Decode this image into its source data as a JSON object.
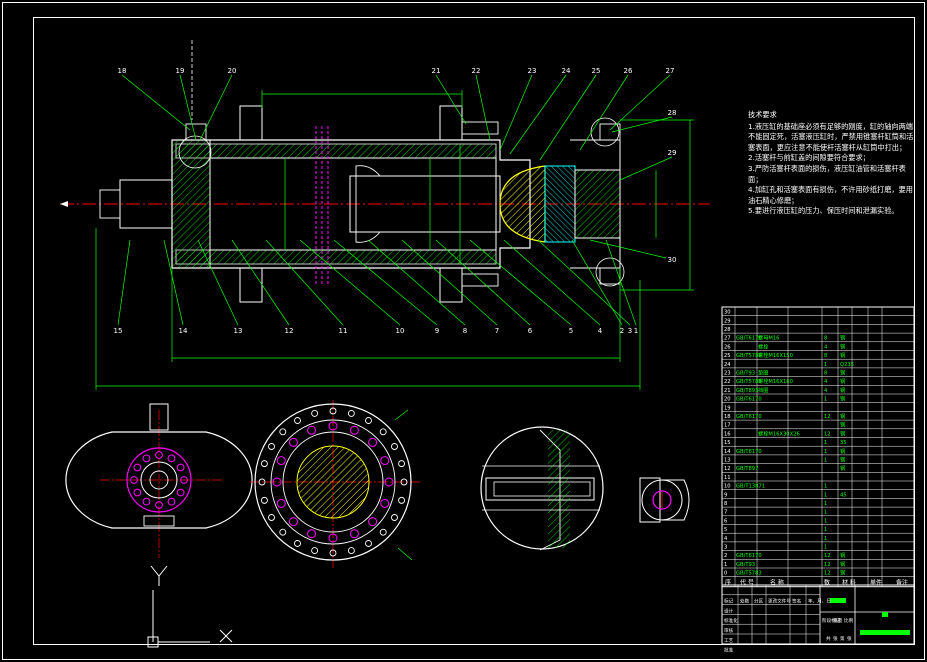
{
  "tech_notes": {
    "title": "技术要求",
    "items": [
      "1.液压缸的基础座必须有足够的刚度，缸的轴向两端不能固定死，活塞液压缸时，严禁用锥塞杆缸筒和活塞表面，更应注意不能使杆活塞杆从缸筒中打出；",
      "2.活塞杆与前缸盖的间隙要符合要求；",
      "3.严防活塞杆表面的损伤，液压缸油管和活塞杆表面；",
      "4.加缸孔和活塞表面有损伤，不许用砂纸打磨，要用油石精心修磨；",
      "5.要进行液压缸的压力、保压时间和泄漏实验。"
    ]
  },
  "balloons_top": [
    "18",
    "19",
    "20",
    "21",
    "22",
    "23",
    "24",
    "25",
    "26",
    "27",
    "28",
    "29"
  ],
  "balloons_bottom": [
    "15",
    "14",
    "13",
    "12",
    "11",
    "10",
    "9",
    "8",
    "7",
    "6",
    "5",
    "4",
    "3",
    "2",
    "1"
  ],
  "balloon_right_lower": "30",
  "bom_rows": [
    {
      "no": "30",
      "code": "",
      "name": "",
      "qty": "",
      "mat": ""
    },
    {
      "no": "29",
      "code": "",
      "name": "",
      "qty": "",
      "mat": ""
    },
    {
      "no": "28",
      "code": "",
      "name": "",
      "qty": "",
      "mat": ""
    },
    {
      "no": "27",
      "code": "GB/T6170",
      "name": "螺母M16",
      "qty": "8",
      "mat": "钢"
    },
    {
      "no": "26",
      "code": "",
      "name": "螺栓",
      "qty": "4",
      "mat": "钢"
    },
    {
      "no": "25",
      "code": "GB/T5782",
      "name": "螺栓M16X150",
      "qty": "8",
      "mat": "钢"
    },
    {
      "no": "24",
      "code": "",
      "name": "",
      "qty": "1",
      "mat": "Q235"
    },
    {
      "no": "23",
      "code": "GB/T93",
      "name": "垫圈",
      "qty": "8",
      "mat": "钢"
    },
    {
      "no": "22",
      "code": "GB/T5783",
      "name": "螺栓M16X160",
      "qty": "4",
      "mat": "钢"
    },
    {
      "no": "21",
      "code": "GB/T893",
      "name": "挡圈",
      "qty": "4",
      "mat": "钢"
    },
    {
      "no": "20",
      "code": "GB/T6170",
      "name": "",
      "qty": "1",
      "mat": "钢"
    },
    {
      "no": "19",
      "code": "",
      "name": "",
      "qty": "",
      "mat": ""
    },
    {
      "no": "18",
      "code": "GB/T6170",
      "name": "",
      "qty": "12",
      "mat": "钢"
    },
    {
      "no": "17",
      "code": "",
      "name": "",
      "qty": "",
      "mat": "钢"
    },
    {
      "no": "16",
      "code": "",
      "name": "螺栓M16X30X26",
      "qty": "12",
      "mat": "钢"
    },
    {
      "no": "15",
      "code": "",
      "name": "",
      "qty": "1",
      "mat": "35"
    },
    {
      "no": "14",
      "code": "GB/T6170",
      "name": "",
      "qty": "1",
      "mat": "钢"
    },
    {
      "no": "13",
      "code": "",
      "name": "",
      "qty": "1",
      "mat": "钢"
    },
    {
      "no": "12",
      "code": "GB/T897",
      "name": "",
      "qty": "",
      "mat": "钢"
    },
    {
      "no": "11",
      "code": "",
      "name": "",
      "qty": "",
      "mat": ""
    },
    {
      "no": "10",
      "code": "GB/T13871",
      "name": "",
      "qty": "1",
      "mat": ""
    },
    {
      "no": "9",
      "code": "",
      "name": "",
      "qty": "1",
      "mat": "45"
    },
    {
      "no": "8",
      "code": "",
      "name": "",
      "qty": "1",
      "mat": ""
    },
    {
      "no": "7",
      "code": "",
      "name": "",
      "qty": "1",
      "mat": ""
    },
    {
      "no": "6",
      "code": "",
      "name": "",
      "qty": "1",
      "mat": ""
    },
    {
      "no": "5",
      "code": "",
      "name": "",
      "qty": "1",
      "mat": ""
    },
    {
      "no": "4",
      "code": "",
      "name": "",
      "qty": "1",
      "mat": ""
    },
    {
      "no": "3",
      "code": "",
      "name": "",
      "qty": "1",
      "mat": ""
    },
    {
      "no": "2",
      "code": "GB/T6170",
      "name": "",
      "qty": "12",
      "mat": "钢"
    },
    {
      "no": "1",
      "code": "GB/T93",
      "name": "",
      "qty": "12",
      "mat": "钢"
    },
    {
      "no": "0",
      "code": "GB/T5783",
      "name": "",
      "qty": "12",
      "mat": "钢"
    }
  ],
  "bom_header": {
    "no": "序",
    "code": "代 号",
    "name": "名 称",
    "qty": "数",
    "mat": "材 料",
    "wt": "单件",
    "note": "备注"
  },
  "title_block": {
    "small_labels": [
      "标记",
      "处数",
      "分区",
      "更改文件号",
      "签名",
      "年、月、日",
      "设计",
      "标准化",
      "审核",
      "工艺",
      "批准"
    ],
    "stage_labels": [
      "阶段标记",
      "重量",
      "比例"
    ],
    "footer_labels": [
      "共",
      "张",
      "第",
      "张"
    ]
  },
  "colors": {
    "outline": "#ffffff",
    "part": "#00ff00",
    "center": "#ff0000",
    "dim": "#00ff00",
    "section": "#ffff00",
    "seal": "#00ffff",
    "stud": "#ff00ff"
  }
}
